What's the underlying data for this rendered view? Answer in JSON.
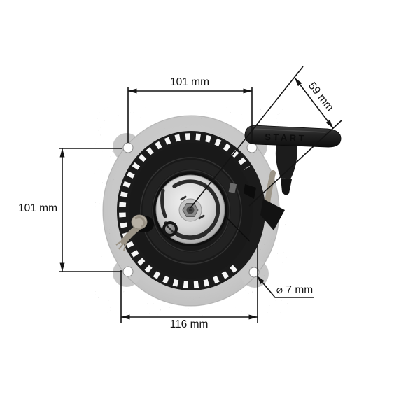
{
  "diagram": {
    "subject": "recoil-pull-starter-product-photo",
    "handle": {
      "label": "START"
    },
    "dimensions": {
      "top": {
        "label": "101 mm"
      },
      "left": {
        "label": "101 mm"
      },
      "bottom": {
        "label": "116 mm"
      },
      "handle": {
        "label": "59 mm"
      },
      "hole": {
        "label": "⌀ 7 mm"
      }
    },
    "colors": {
      "background": "#ffffff",
      "annotation": "#141414",
      "flange": "#c9c9c9",
      "pulley": "#1a1a1a",
      "starter_plate": "#d9d9d9",
      "handle": "#1f1f1f",
      "teeth": "#f5f5f5"
    }
  }
}
